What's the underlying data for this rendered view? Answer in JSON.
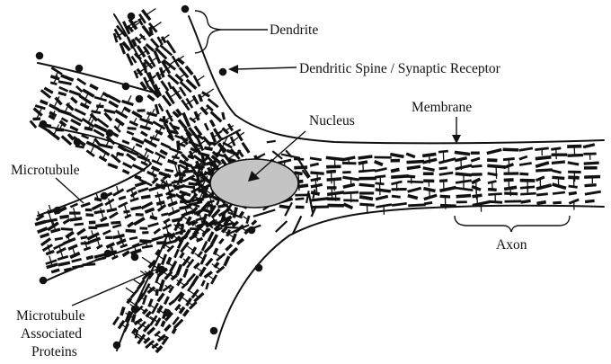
{
  "labels": {
    "dendrite": "Dendrite",
    "spine": "Dendritic Spine / Synaptic Receptor",
    "nucleus": "Nucleus",
    "membrane": "Membrane",
    "microtubule": "Microtubule",
    "axon": "Axon",
    "map_line1": "Microtubule",
    "map_line2": "Associated",
    "map_line3": "Proteins"
  },
  "colors": {
    "ink": "#111111",
    "nucleus_fill": "#c4c4c4",
    "background": "#ffffff"
  }
}
